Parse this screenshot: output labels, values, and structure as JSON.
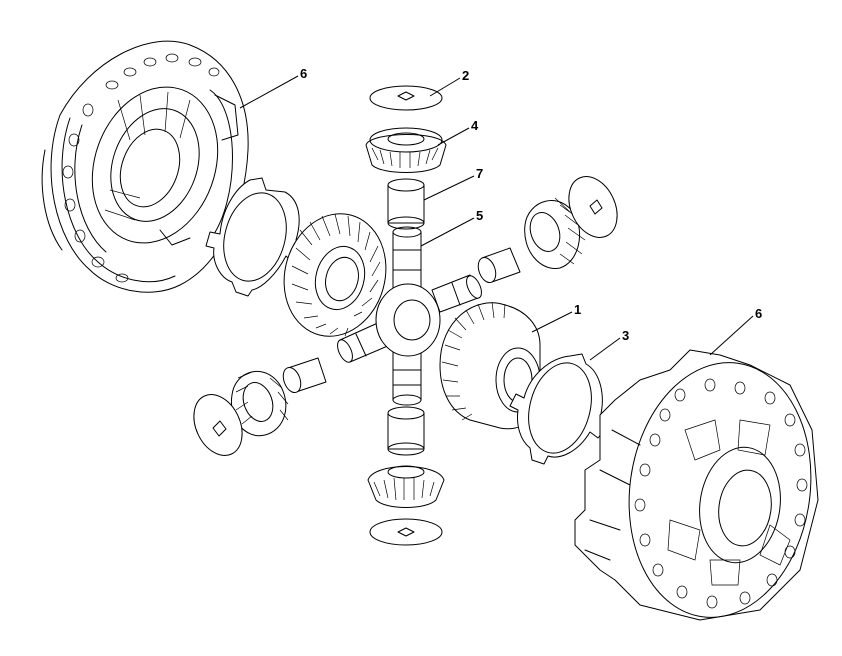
{
  "callouts": [
    {
      "id": "c6a",
      "label": "6"
    },
    {
      "id": "c2",
      "label": "2"
    },
    {
      "id": "c4",
      "label": "4"
    },
    {
      "id": "c7",
      "label": "7"
    },
    {
      "id": "c5",
      "label": "5"
    },
    {
      "id": "c1",
      "label": "1"
    },
    {
      "id": "c3",
      "label": "3"
    },
    {
      "id": "c6b",
      "label": "6"
    }
  ],
  "colors": {
    "line": "#000000",
    "background": "#ffffff"
  }
}
